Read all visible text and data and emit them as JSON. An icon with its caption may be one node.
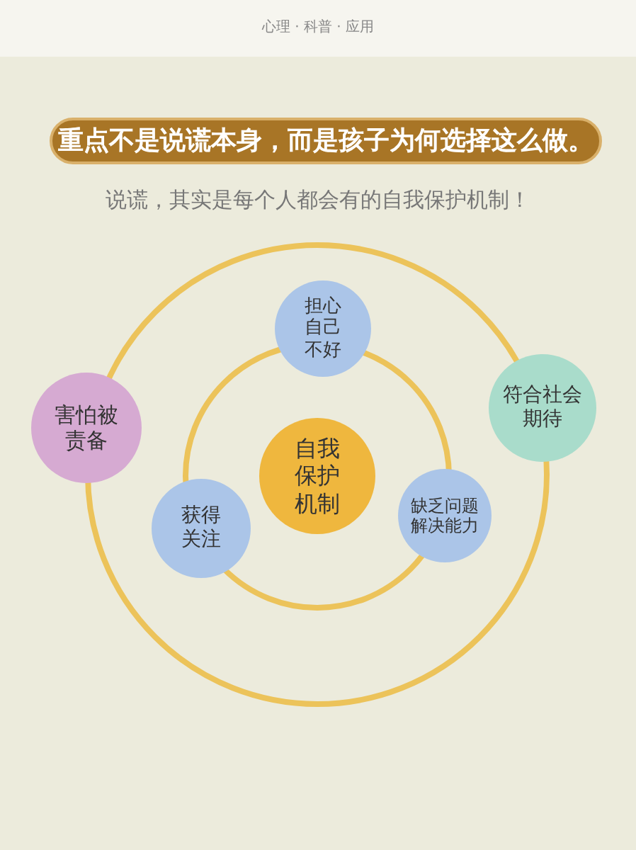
{
  "diagram": {
    "nodes": [
      {
        "text": [
          "重点不是说谎本身，而是孩子为何选择这么做。"
        ]
      },
      {
        "text": [
          "担心自己不好"
        ]
      },
      {
        "text": [
          "害怕被责备"
        ]
      },
      {
        "text": [
          "自我保护机制"
        ]
      },
      {
        "text": [
          "符合社会期待"
        ]
      },
      {
        "text": [
          "获得关注"
        ]
      },
      {
        "text": [
          "缺乏问题解决能力"
        ]
      }
    ],
    "labels": [
      "心理 · 科普 · 应用",
      "说谎，其实是每个人都会有的自我保护机制！"
    ]
  }
}
